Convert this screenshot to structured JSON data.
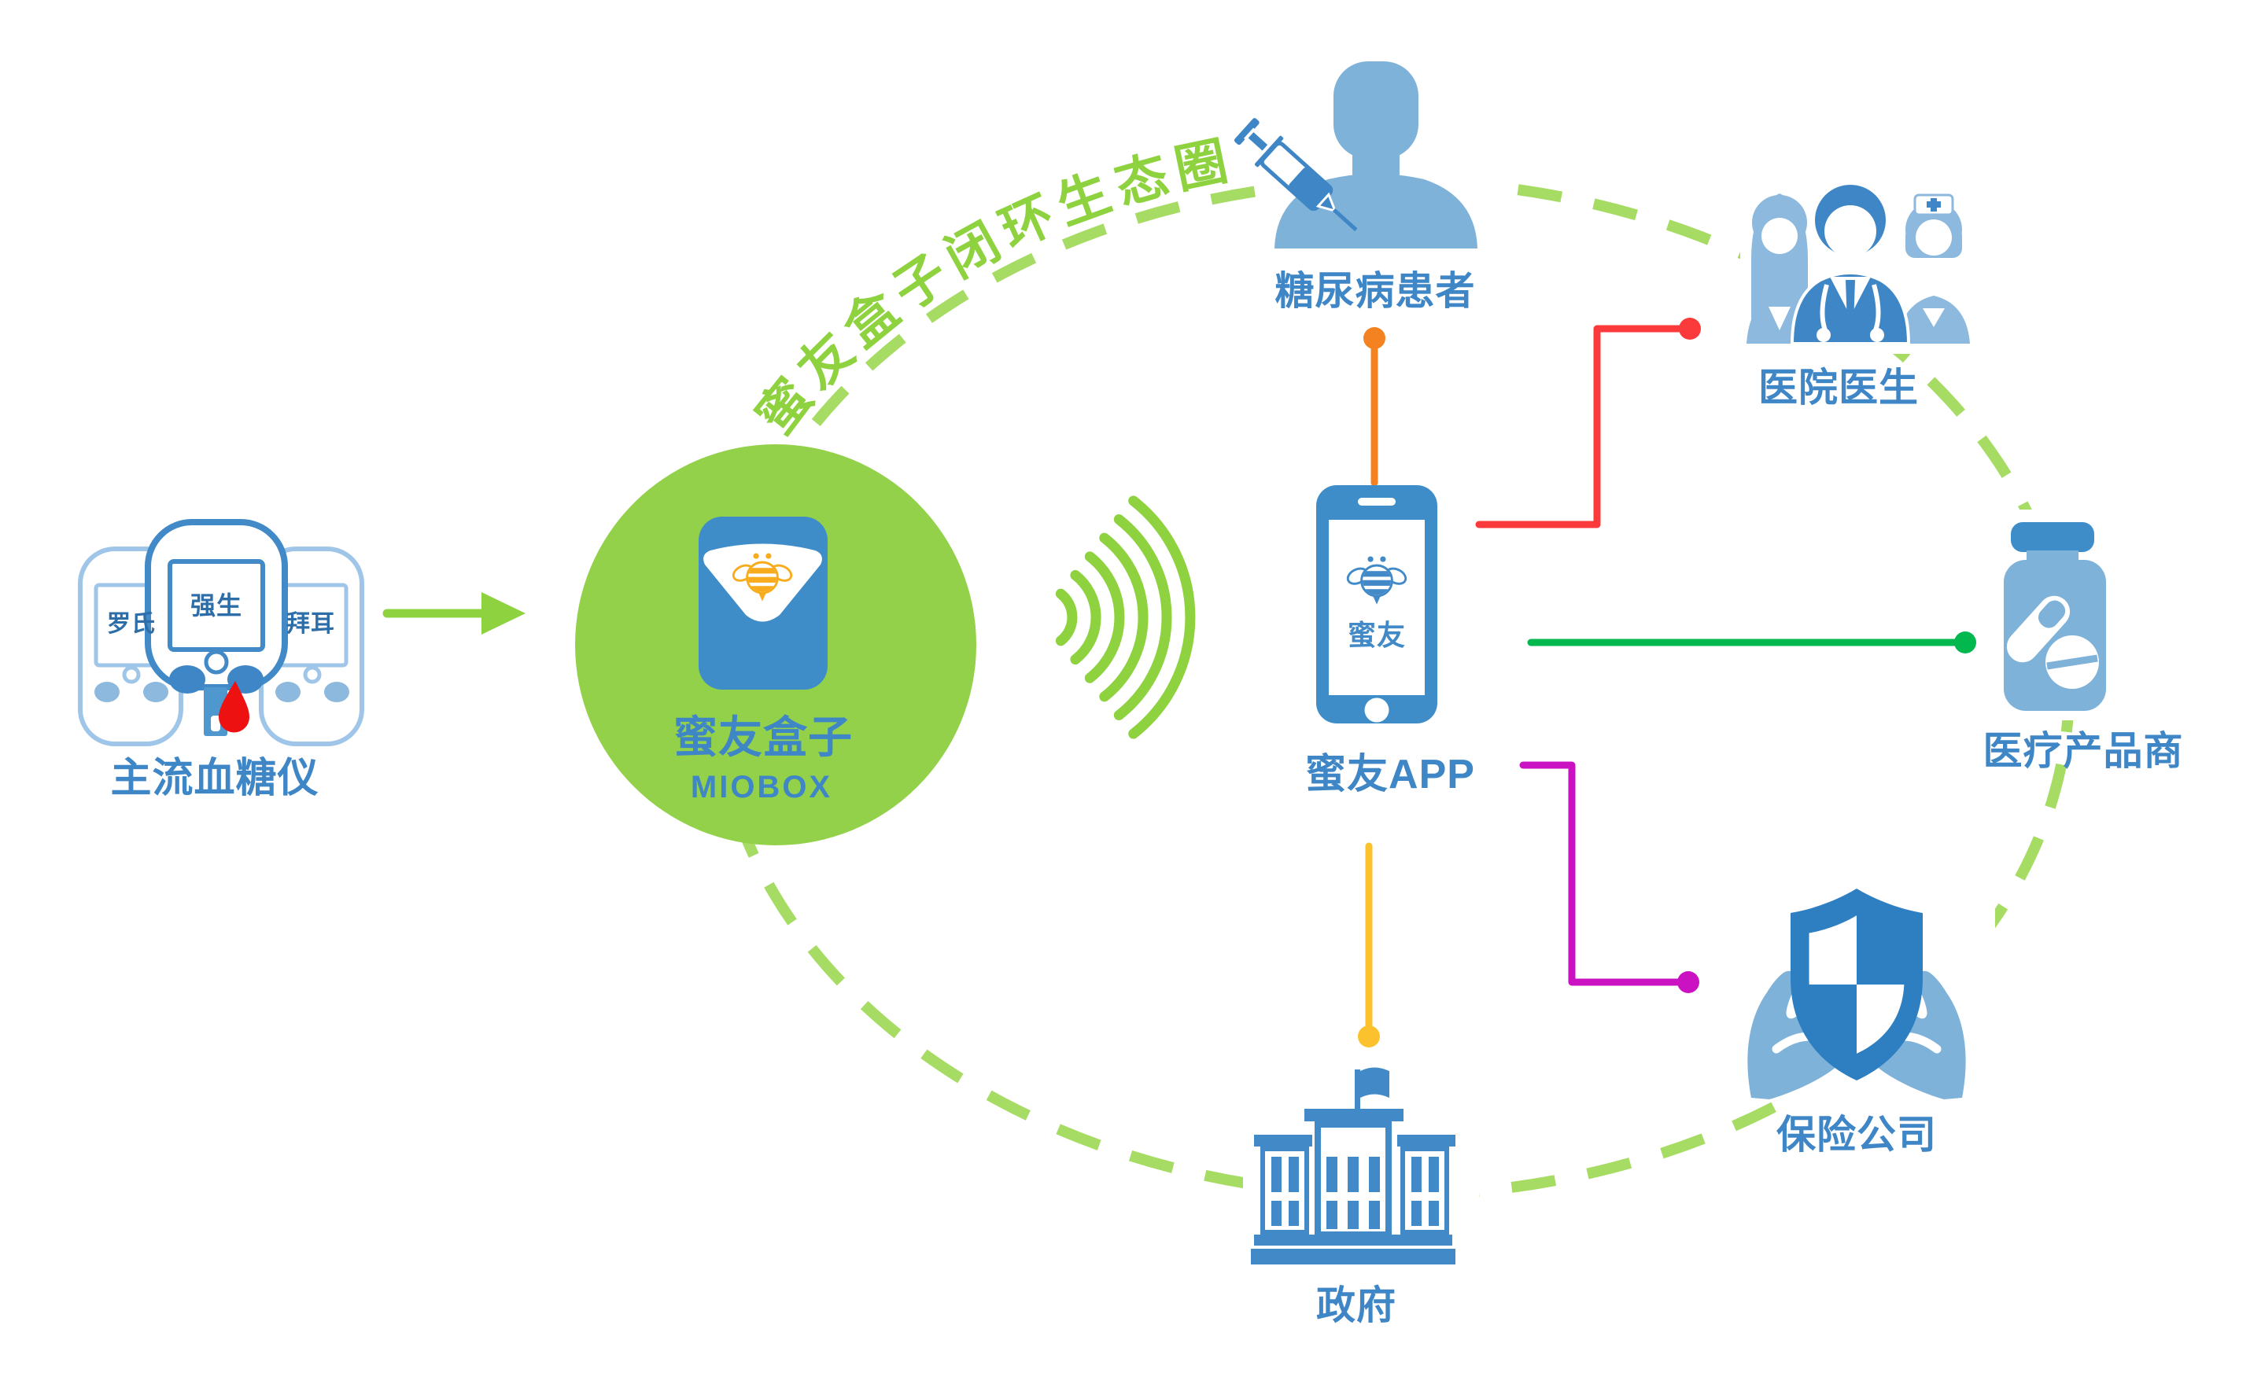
{
  "diagram": {
    "arc_title": "蜜友盒子闭环生态圈",
    "source": {
      "label": "主流血糖仪",
      "brands": [
        "罗氏",
        "强生",
        "拜耳"
      ]
    },
    "miobox": {
      "label": "蜜友盒子",
      "sublabel": "MIOBOX"
    },
    "app": {
      "label": "蜜友APP",
      "screen_text": "蜜友"
    },
    "patient": {
      "label": "糖尿病患者"
    },
    "doctors": {
      "label": "医院医生"
    },
    "supplier": {
      "label": "医疗产品商"
    },
    "insurer": {
      "label": "保险公司"
    },
    "government": {
      "label": "政府"
    }
  },
  "colors": {
    "circle_green": "#94d14a",
    "dash_green": "#a6dc64",
    "accent_green": "#8fd23f",
    "arc_text_green": "#8fd23f",
    "icon_blue": "#3e8dc9",
    "icon_blue_light": "#7fb2d9",
    "label_blue": "#3e86c6",
    "line_orange": "#f58220",
    "line_red": "#fb3b3b",
    "line_green": "#00b84d",
    "line_magenta": "#ca12c3",
    "line_yellow": "#fcc22e",
    "bee_orange": "#f8ac1d",
    "blood_red": "#ee1111"
  }
}
